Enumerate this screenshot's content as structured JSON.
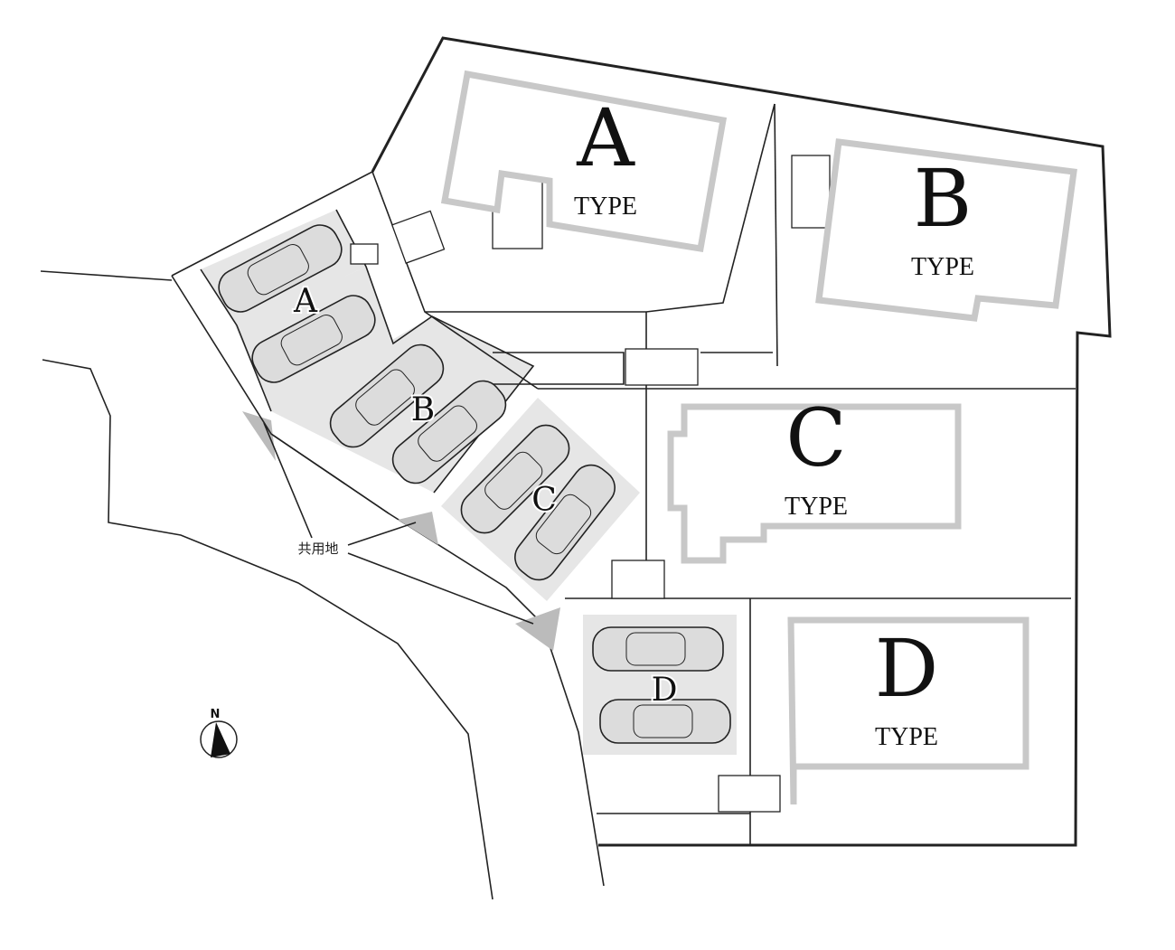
{
  "lots": [
    {
      "letter": "A",
      "type_label": "TYPE"
    },
    {
      "letter": "B",
      "type_label": "TYPE"
    },
    {
      "letter": "C",
      "type_label": "TYPE"
    },
    {
      "letter": "D",
      "type_label": "TYPE"
    }
  ],
  "parking": [
    {
      "label": "A"
    },
    {
      "label": "B"
    },
    {
      "label": "C"
    },
    {
      "label": "D"
    }
  ],
  "common_area_label": "共用地",
  "compass": {
    "label": "N"
  },
  "colors": {
    "building_outline": "#c8c8c8",
    "parking_fill": "#e6e6e6",
    "line": "#222222"
  }
}
